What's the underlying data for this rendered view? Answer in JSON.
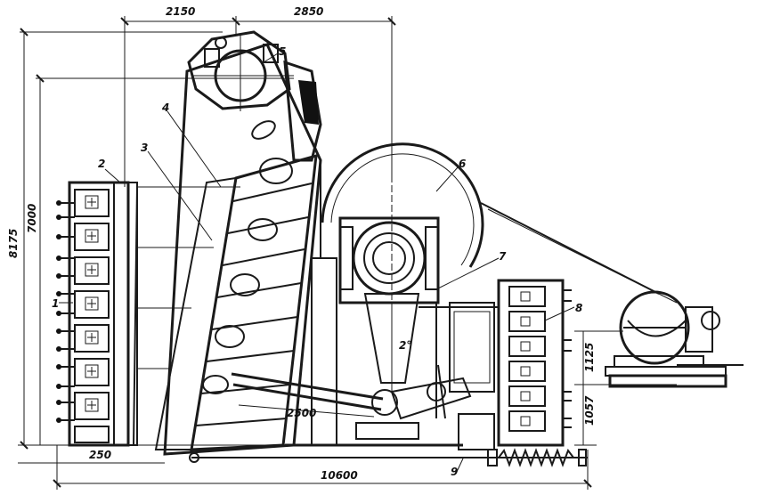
{
  "dimensions": {
    "d2150": "2150",
    "d2850": "2850",
    "d8175": "8175",
    "d7000": "7000",
    "d2500": "2500",
    "d250": "250",
    "d10600": "10600",
    "d1125": "1125",
    "d1057": "1057",
    "angle": "2°"
  },
  "part_labels": [
    "1",
    "2",
    "3",
    "4",
    "5",
    "6",
    "7",
    "8",
    "9"
  ]
}
